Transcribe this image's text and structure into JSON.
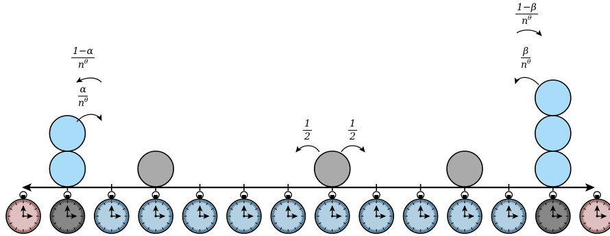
{
  "clocks": {
    "count": 14,
    "kinds": [
      "pink",
      "dark",
      "blue",
      "blue",
      "blue",
      "blue",
      "blue",
      "blue",
      "blue",
      "blue",
      "blue",
      "blue",
      "dark",
      "pink"
    ],
    "colors": {
      "pink": {
        "fill": "#c99898",
        "center": "#e3c5c5"
      },
      "dark": {
        "fill": "#6e6e6e",
        "center": "#8c8c8c"
      },
      "blue": {
        "fill": "#7fa8c4",
        "center": "#bcd6e8"
      }
    }
  },
  "particles": {
    "blue_color": "#a8dcf8",
    "gray_color": "#aaaaaa",
    "stacks": [
      {
        "site": 1,
        "count": 2,
        "kind": "blue"
      },
      {
        "site": 3,
        "count": 1,
        "kind": "gray"
      },
      {
        "site": 7,
        "count": 1,
        "kind": "gray"
      },
      {
        "site": 10,
        "count": 1,
        "kind": "gray"
      },
      {
        "site": 12,
        "count": 3,
        "kind": "blue"
      }
    ]
  },
  "rates": {
    "left_boundary_out": {
      "num": "1−α",
      "den_base": "n",
      "den_exp": "θ"
    },
    "left_boundary_in": {
      "num": "α",
      "den_base": "n",
      "den_exp": "θ"
    },
    "middle_left": {
      "num": "1",
      "den": "2"
    },
    "middle_right": {
      "num": "1",
      "den": "2"
    },
    "right_boundary_out": {
      "num": "1−β",
      "den_base": "n",
      "den_exp": "θ"
    },
    "right_boundary_in": {
      "num": "β",
      "den_base": "n",
      "den_exp": "θ"
    }
  }
}
